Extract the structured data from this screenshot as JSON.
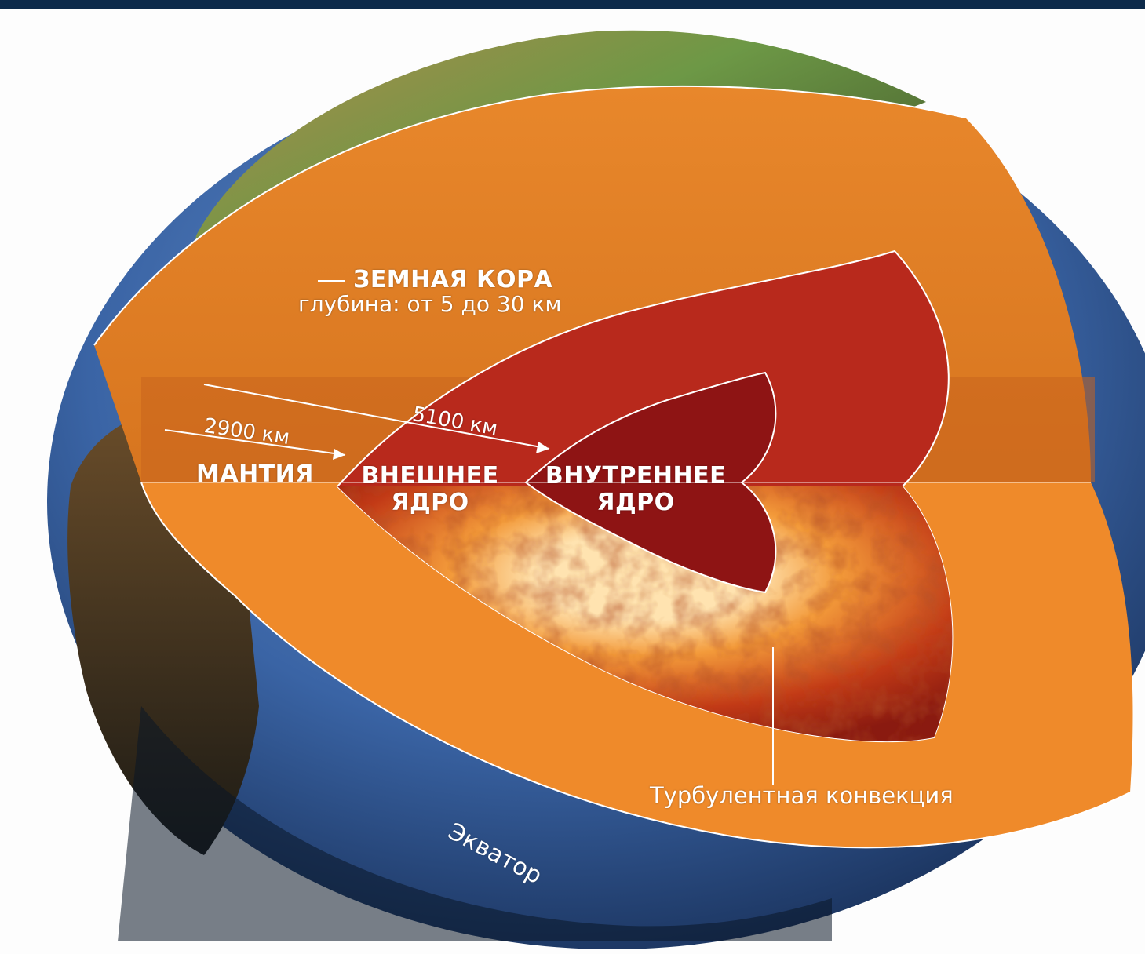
{
  "labels": {
    "crust_title": "ЗЕМНАЯ КОРА",
    "crust_depth": "глубина: от 5 до 30 км",
    "depth_mantle": "2900 км",
    "depth_core": "5100 км",
    "mantle": "МАНТИЯ",
    "outer_core_line1": "ВНЕШНЕЕ",
    "outer_core_line2": "ЯДРО",
    "inner_core_line1": "ВНУТРЕННЕЕ",
    "inner_core_line2": "ЯДРО",
    "convection": "Турбулентная конвекция",
    "equator": "Экватор"
  },
  "colors": {
    "header_bar": "#0d2a4a",
    "ocean": "#3f6fb0",
    "land_green": "#6f9a4a",
    "land_brown": "#7a5a2e",
    "mantle_orange": "#ef8a2a",
    "mantle_band": "#c8651e",
    "outer_core": "#b8291c",
    "inner_core": "#8e1414",
    "convection_hot": "#f2b25a",
    "line": "#ffffff"
  }
}
